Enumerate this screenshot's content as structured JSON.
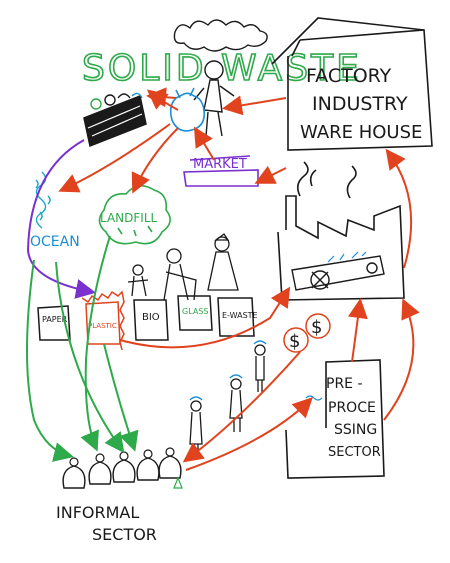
{
  "title": "SOLID WASTE",
  "factory_box": {
    "lines": [
      "FACTORY",
      "INDUSTRY",
      "WARE HOUSE"
    ]
  },
  "market": "MARKET",
  "landfill": "LANDFILL",
  "ocean": "OCEAN",
  "categories": [
    "PAPER",
    "PLASTIC",
    "BIO",
    "GLASS",
    "E-WASTE"
  ],
  "currency_symbol": "$",
  "preprocessing": {
    "lines": [
      "PRE -",
      "PROCE",
      "SSING",
      "SECTOR"
    ]
  },
  "informal_sector": {
    "lines": [
      "INFORMAL",
      "SECTOR"
    ]
  },
  "colors": {
    "ink": "#1a1a1a",
    "green": "#2eaa4a",
    "red": "#e0431d",
    "purple": "#7a2fcf",
    "blue": "#1b8fd6",
    "teal": "#1aa9c9"
  }
}
